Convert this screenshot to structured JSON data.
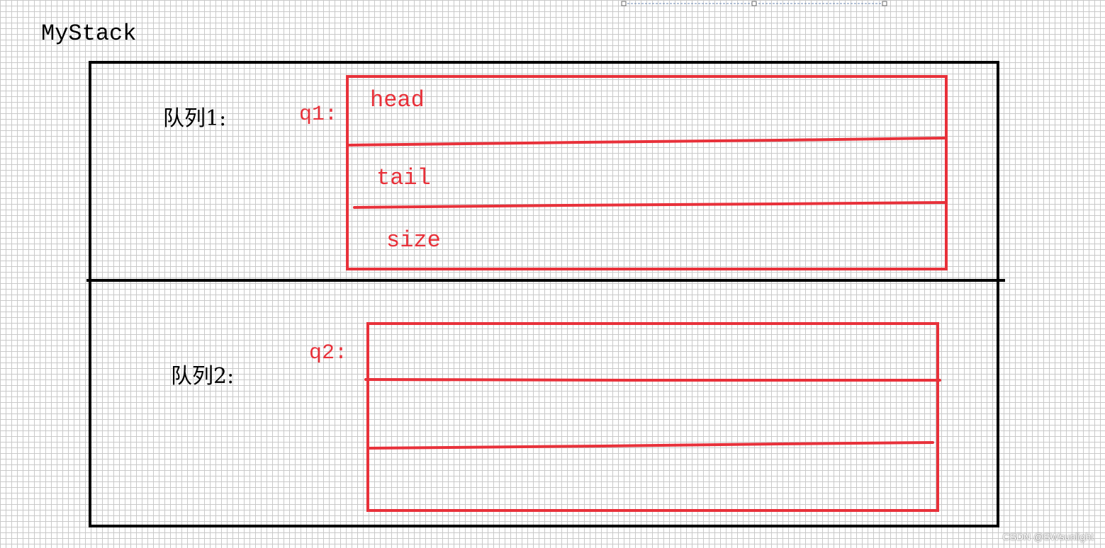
{
  "title": "MyStack",
  "queue1": {
    "label": "队列1:",
    "var_label": "q1:",
    "fields": [
      "head",
      "tail",
      "size"
    ]
  },
  "queue2": {
    "label": "队列2:",
    "var_label": "q2:"
  },
  "watermark": "CSDN @SWsunlight",
  "colors": {
    "outline": "#000000",
    "queue_box": "#e8313a",
    "grid": "#c9c9c9"
  }
}
